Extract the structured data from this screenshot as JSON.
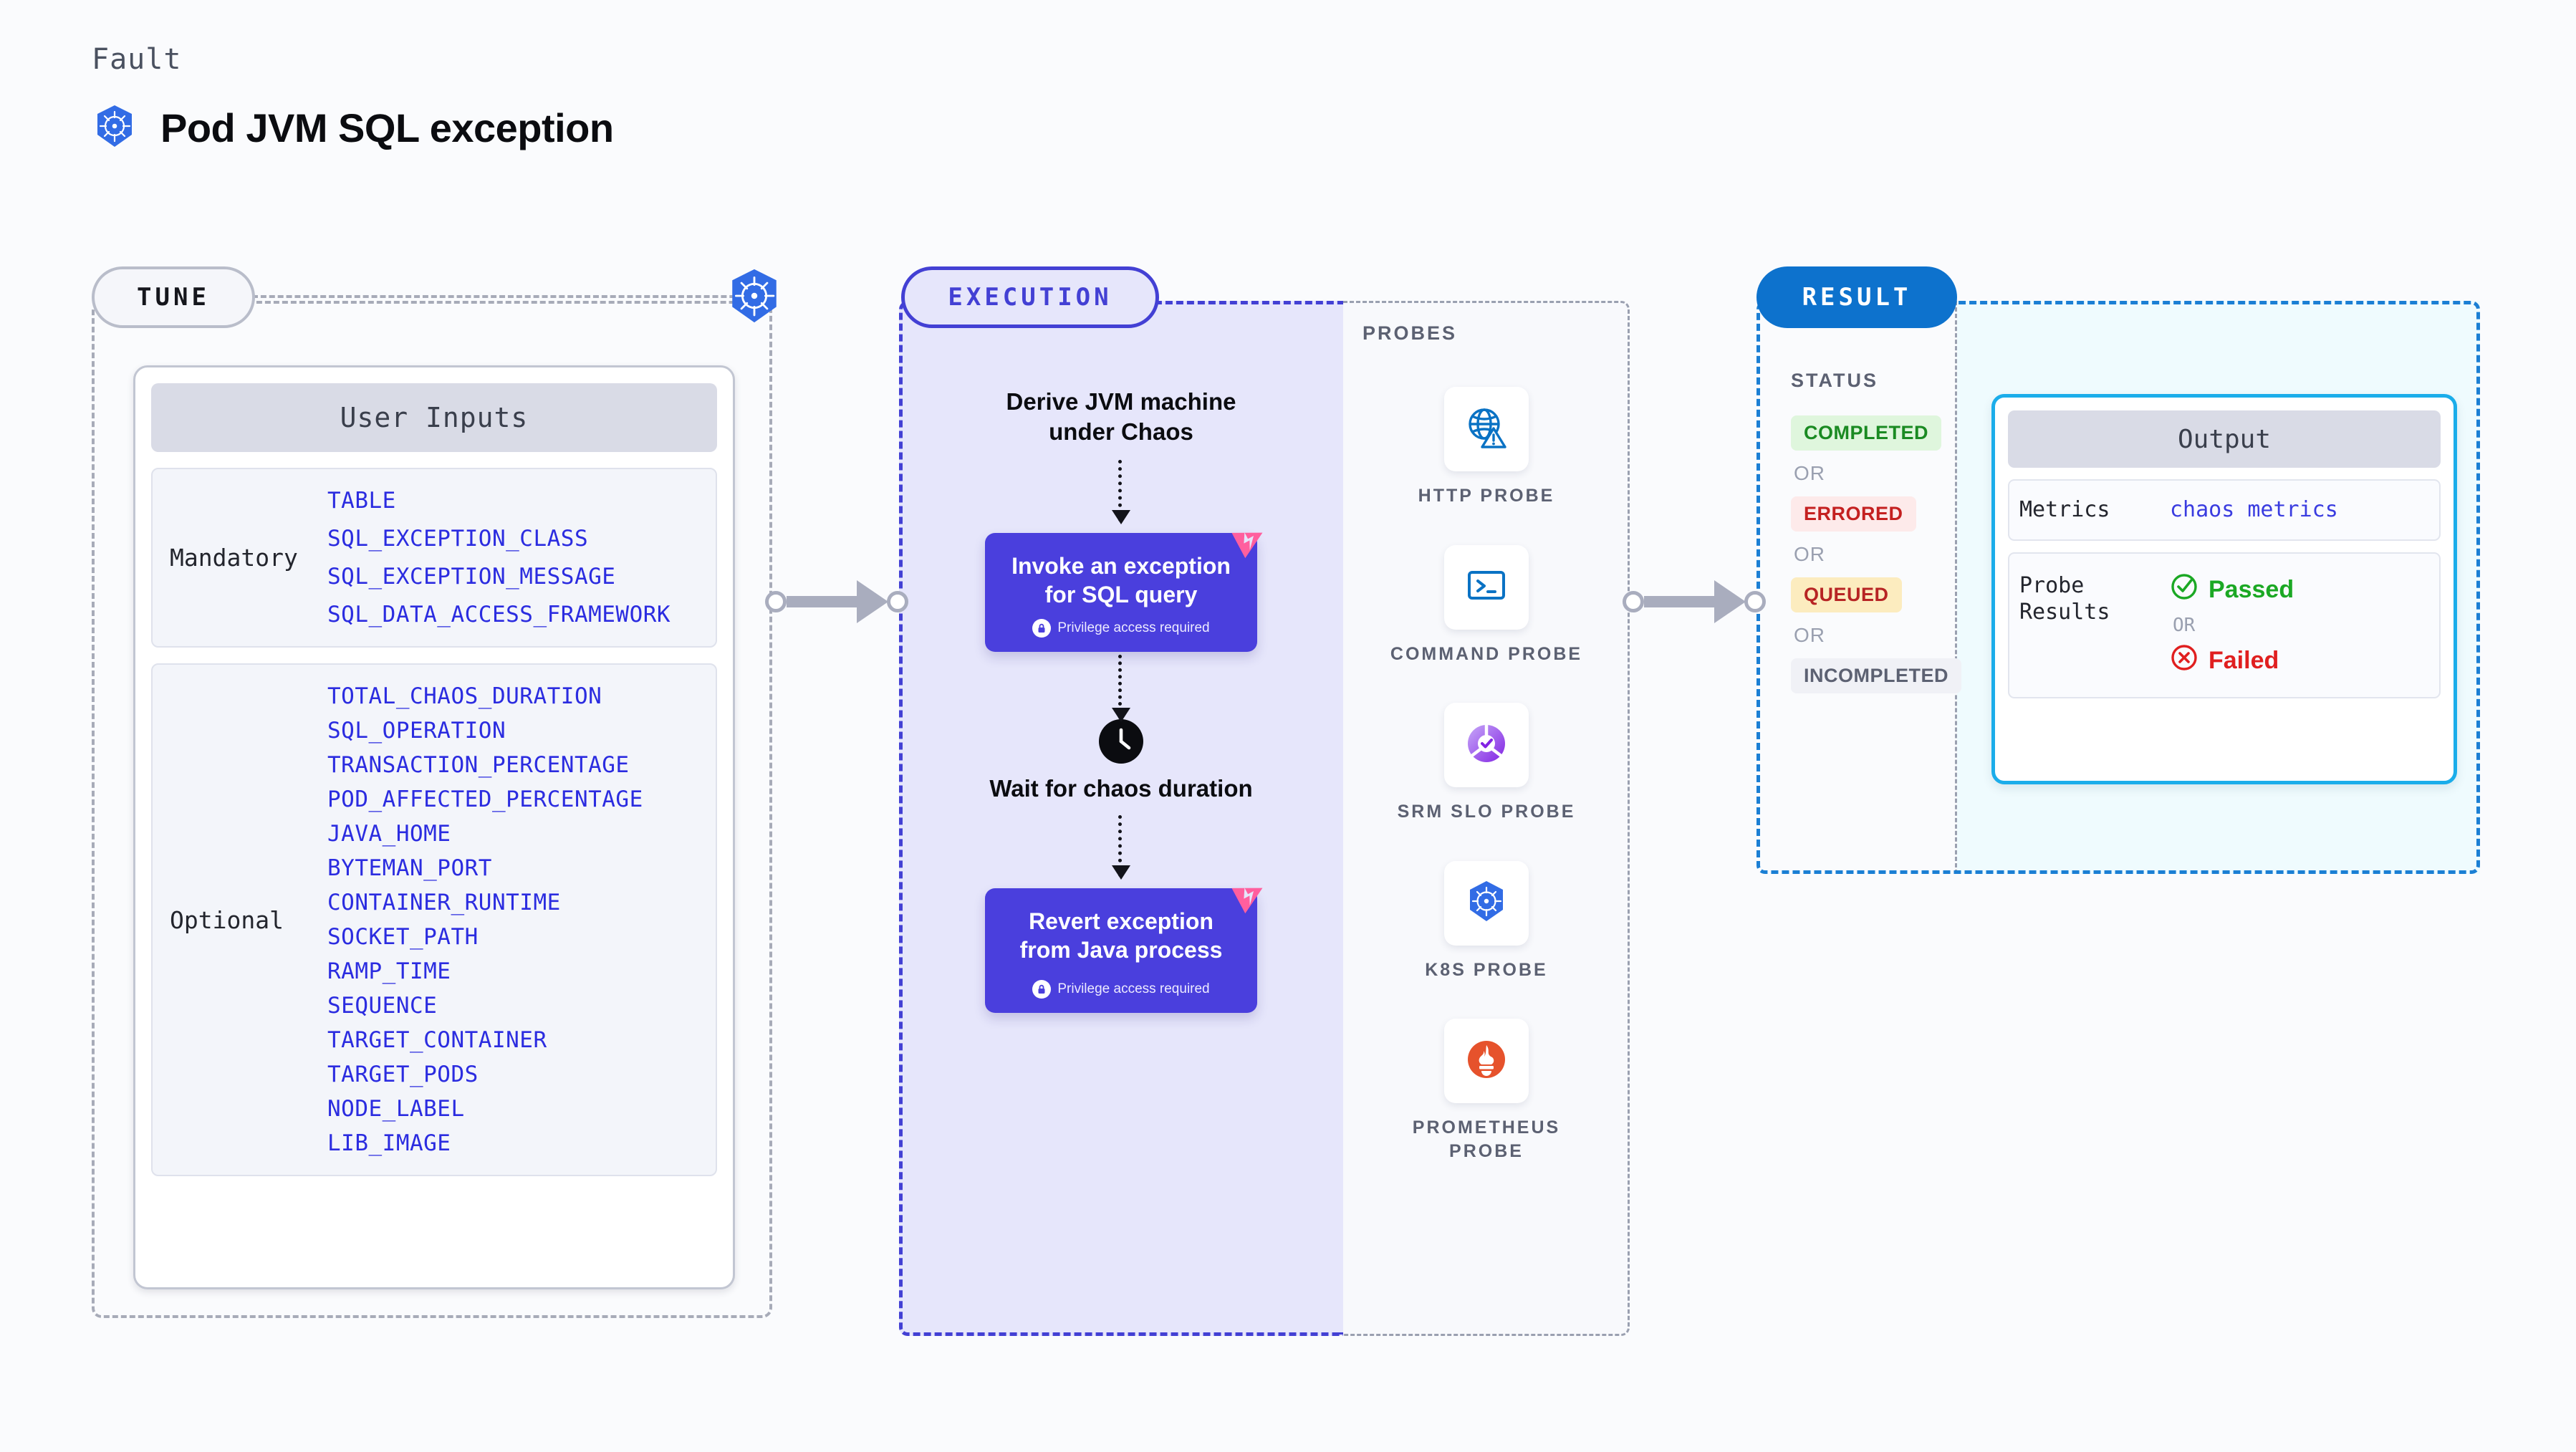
{
  "header": {
    "fault_label": "Fault",
    "title": "Pod JVM SQL exception",
    "icon": "kubernetes-icon"
  },
  "tune": {
    "badge": "TUNE",
    "badge_icon": "kubernetes-icon",
    "card_header": "User Inputs",
    "groups": [
      {
        "label": "Mandatory",
        "params": [
          "TABLE",
          "SQL_EXCEPTION_CLASS",
          "SQL_EXCEPTION_MESSAGE",
          "SQL_DATA_ACCESS_FRAMEWORK"
        ]
      },
      {
        "label": "Optional",
        "params": [
          "TOTAL_CHAOS_DURATION",
          "SQL_OPERATION",
          "TRANSACTION_PERCENTAGE",
          "POD_AFFECTED_PERCENTAGE",
          "JAVA_HOME",
          "BYTEMAN_PORT",
          "CONTAINER_RUNTIME",
          "SOCKET_PATH",
          "RAMP_TIME",
          "SEQUENCE",
          "TARGET_CONTAINER",
          "TARGET_PODS",
          "NODE_LABEL",
          "LIB_IMAGE"
        ]
      }
    ]
  },
  "execution": {
    "badge": "EXECUTION",
    "step_derive": "Derive JVM machine\nunder Chaos",
    "card_invoke": {
      "title": "Invoke an exception\nfor SQL query",
      "privilege_note": "Privilege access required",
      "tag_icon": "chaos-play-tag-icon",
      "lock_icon": "lock-icon"
    },
    "step_wait": "Wait for chaos\nduration",
    "wait_icon": "clock-icon",
    "card_revert": {
      "title": "Revert exception\nfrom Java process",
      "privilege_note": "Privilege access required",
      "tag_icon": "chaos-play-tag-icon",
      "lock_icon": "lock-icon"
    }
  },
  "probes": {
    "label": "PROBES",
    "items": [
      {
        "name": "HTTP PROBE",
        "icon": "globe-warning-icon"
      },
      {
        "name": "COMMAND PROBE",
        "icon": "terminal-icon"
      },
      {
        "name": "SRM SLO PROBE",
        "icon": "srm-slo-donut-check-icon"
      },
      {
        "name": "K8S PROBE",
        "icon": "kubernetes-icon"
      },
      {
        "name": "PROMETHEUS PROBE",
        "icon": "prometheus-icon"
      }
    ]
  },
  "result": {
    "badge": "RESULT",
    "status_label": "STATUS",
    "or_text": "OR",
    "statuses": [
      {
        "text": "COMPLETED",
        "color": "#1a8a22",
        "bg": "#dff6dd"
      },
      {
        "text": "ERRORED",
        "color": "#c42020",
        "bg": "#fdeaea"
      },
      {
        "text": "QUEUED",
        "color": "#b72424",
        "bg": "#fcecbf"
      },
      {
        "text": "INCOMPLETED",
        "color": "#5c6172",
        "bg": "#f0f1f6"
      }
    ],
    "output": {
      "header": "Output",
      "metrics_label": "Metrics",
      "metrics_value": "chaos metrics",
      "probe_results_label": "Probe\nResults",
      "passed_text": "Passed",
      "passed_icon": "check-circle-icon",
      "failed_text": "Failed",
      "failed_icon": "x-circle-icon",
      "or_text": "OR"
    }
  },
  "colors": {
    "accent_purple": "#4340d4",
    "accent_blue": "#0d72cd",
    "accent_cyan": "#1badea",
    "pink_tag": "#ff5f9e",
    "k8s_blue": "#326ce5"
  }
}
